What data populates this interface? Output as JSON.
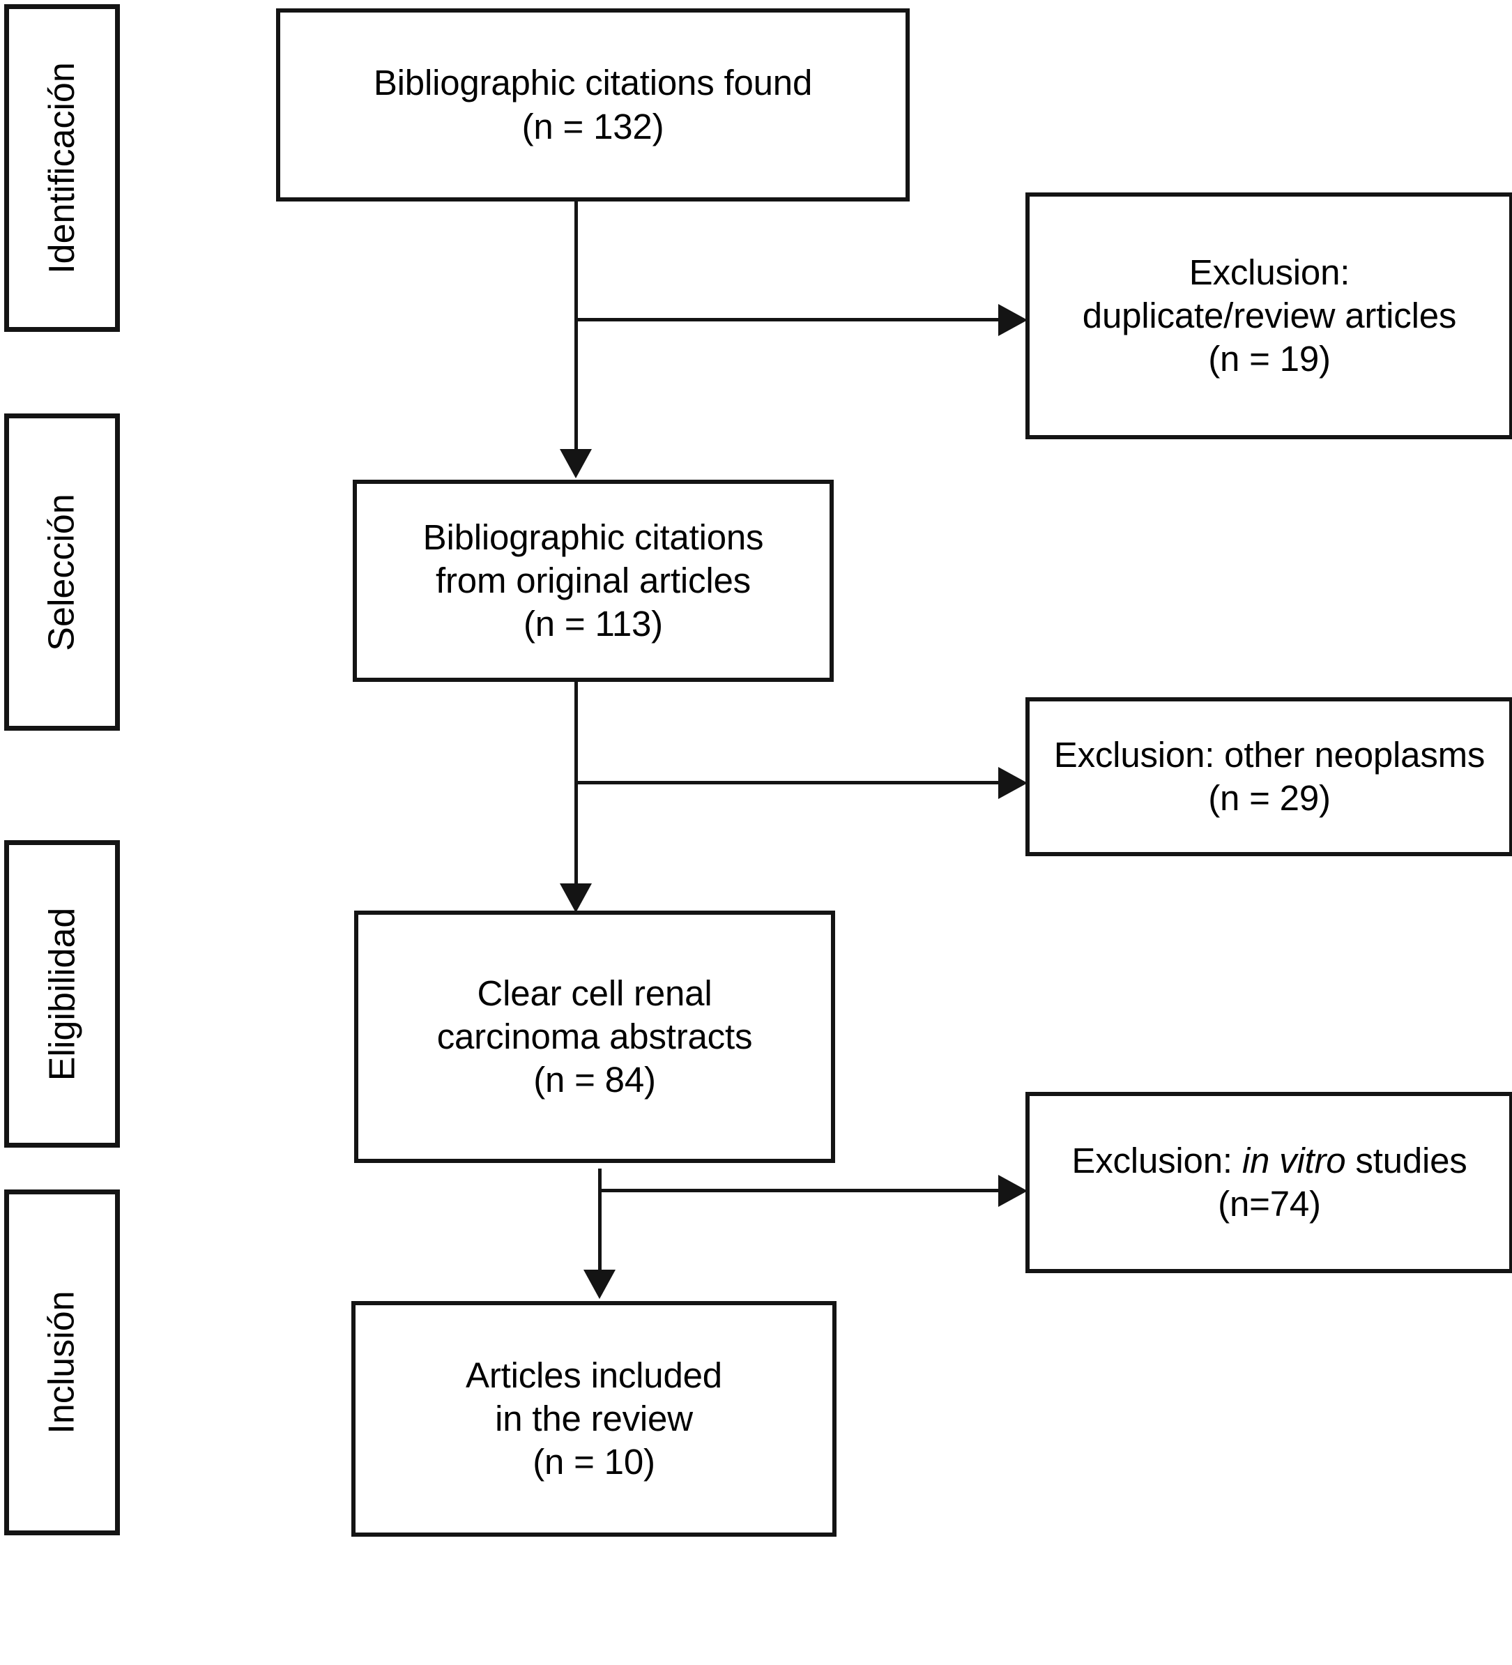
{
  "diagram": {
    "type": "prisma-flow-diagram",
    "title": "",
    "stages": [
      {
        "id": "identification",
        "label": "Identificación"
      },
      {
        "id": "seleccion",
        "label": "Selección"
      },
      {
        "id": "eligibilidad",
        "label": "Eligibilidad"
      },
      {
        "id": "inclusion",
        "label": "Inclusión"
      }
    ],
    "flow_nodes": [
      {
        "id": "citations-found",
        "line1": "Bibliographic citations found",
        "line2": "(n = 132)",
        "count": 132
      },
      {
        "id": "original-articles",
        "line1": "Bibliographic citations",
        "line2": "from original articles",
        "line3": "(n = 113)",
        "count": 113
      },
      {
        "id": "ccrc-abstracts",
        "line1": "Clear cell renal",
        "line2": "carcinoma abstracts",
        "line3": "(n = 84)",
        "count": 84
      },
      {
        "id": "articles-included",
        "line1": "Articles included",
        "line2": "in the review",
        "line3": "(n = 10)",
        "count": 10
      }
    ],
    "exclusion_nodes": [
      {
        "id": "exclusion-duplicates",
        "line1": "Exclusion:",
        "line2": "duplicate/review articles",
        "line3": "(n = 19)",
        "count": 19
      },
      {
        "id": "exclusion-other-neoplasms",
        "line1": "Exclusion: other neoplasms",
        "line2": "(n = 29)",
        "count": 29
      },
      {
        "id": "exclusion-in-vitro",
        "prefix": "Exclusion: ",
        "italic": "in vitro",
        "suffix": " studies",
        "line2": "(n=74)",
        "count": 74
      }
    ],
    "colors": {
      "stroke": "#141414",
      "background": "#ffffff",
      "text": "#000000"
    }
  }
}
